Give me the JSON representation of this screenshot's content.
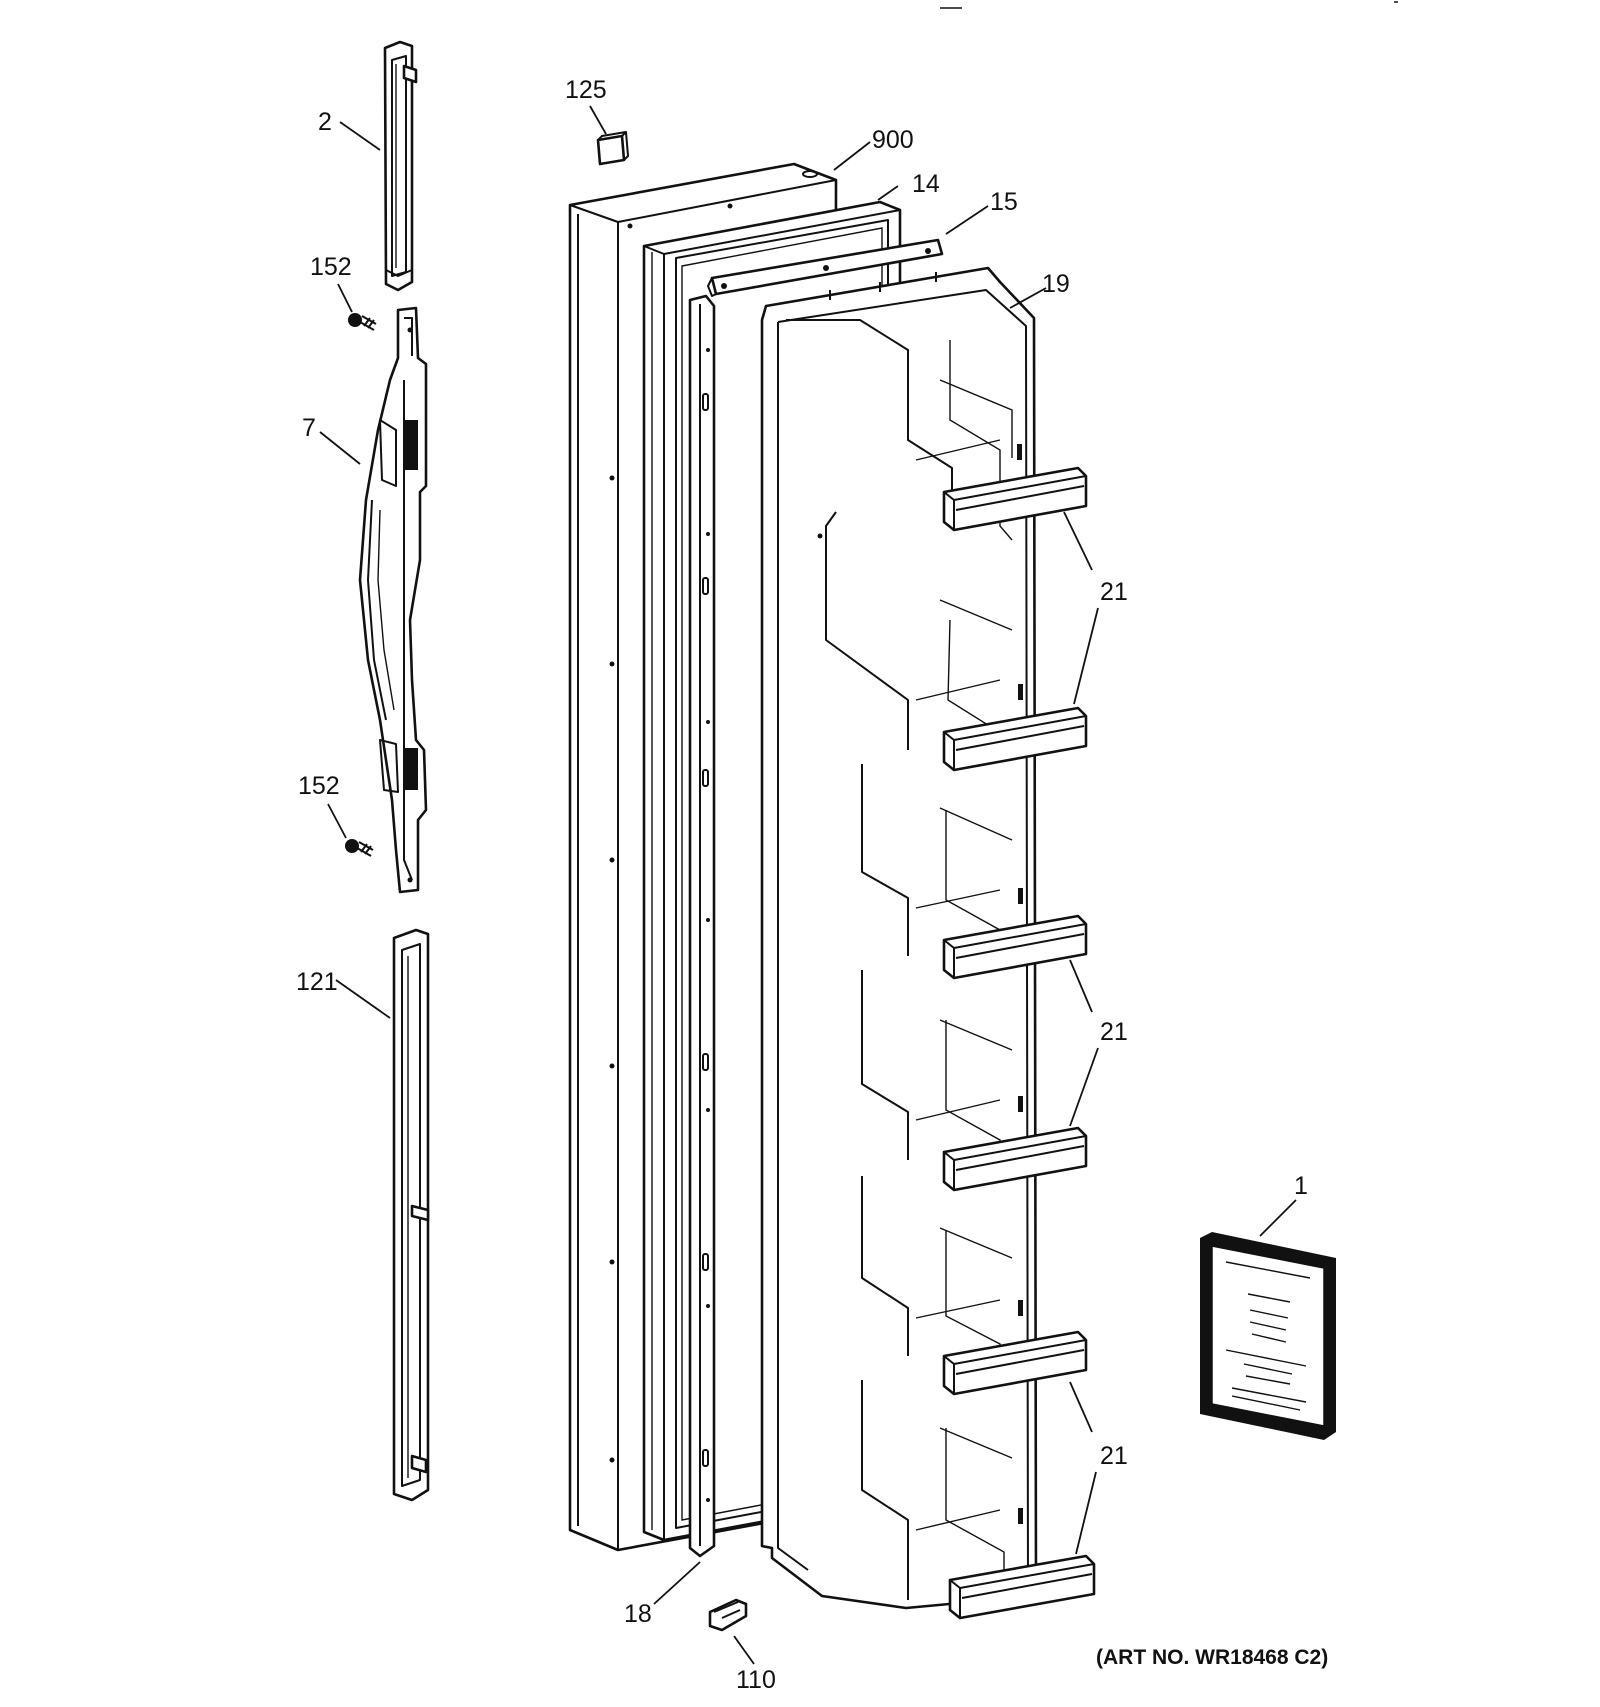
{
  "callouts": {
    "c2": "2",
    "c152a": "152",
    "c7": "7",
    "c152b": "152",
    "c121": "121",
    "c125": "125",
    "c900": "900",
    "c14": "14",
    "c15": "15",
    "c19": "19",
    "c21a": "21",
    "c21b": "21",
    "c21c": "21",
    "c18": "18",
    "c110": "110",
    "c1": "1"
  },
  "art_number": "(ART NO. WR18468 C2)"
}
